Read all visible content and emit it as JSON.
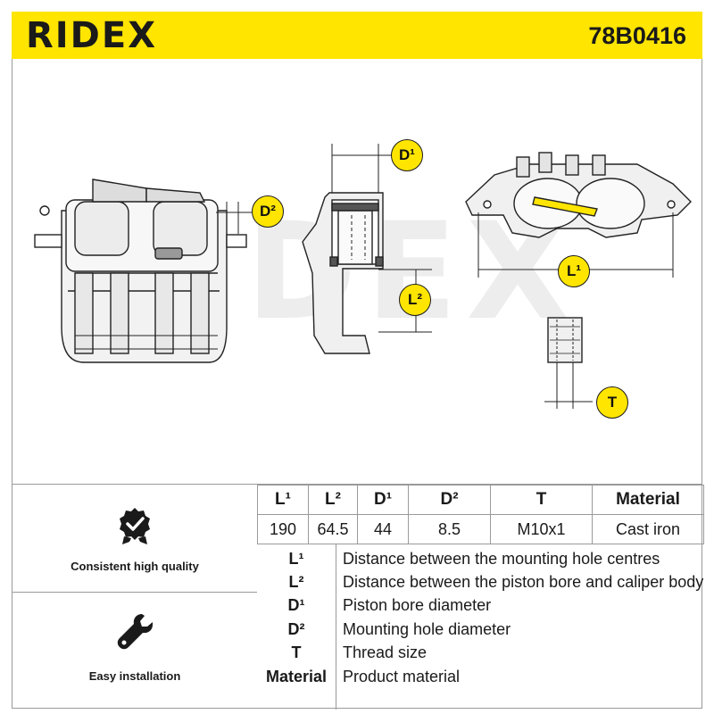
{
  "header": {
    "brand": "RIDEX",
    "part_number": "78B0416",
    "accent_color": "#ffe500"
  },
  "drawing": {
    "watermark": "RIDEX",
    "callouts": {
      "d1": "D¹",
      "d2": "D²",
      "l1": "L¹",
      "l2": "L²",
      "t": "T"
    }
  },
  "features": [
    {
      "icon": "quality-badge-icon",
      "label": "Consistent high quality"
    },
    {
      "icon": "wrench-icon",
      "label": "Easy installation"
    }
  ],
  "specs": {
    "headers": [
      "L¹",
      "L²",
      "D¹",
      "D²",
      "T",
      "Material"
    ],
    "values": [
      "190",
      "64.5",
      "44",
      "8.5",
      "M10x1",
      "Cast iron"
    ]
  },
  "legend": [
    {
      "key": "L¹",
      "desc": "Distance between the mounting hole centres"
    },
    {
      "key": "L²",
      "desc": "Distance between the piston bore and caliper body"
    },
    {
      "key": "D¹",
      "desc": "Piston bore diameter"
    },
    {
      "key": "D²",
      "desc": "Mounting hole diameter"
    },
    {
      "key": "T",
      "desc": "Thread size"
    },
    {
      "key": "Material",
      "desc": "Product material"
    }
  ]
}
